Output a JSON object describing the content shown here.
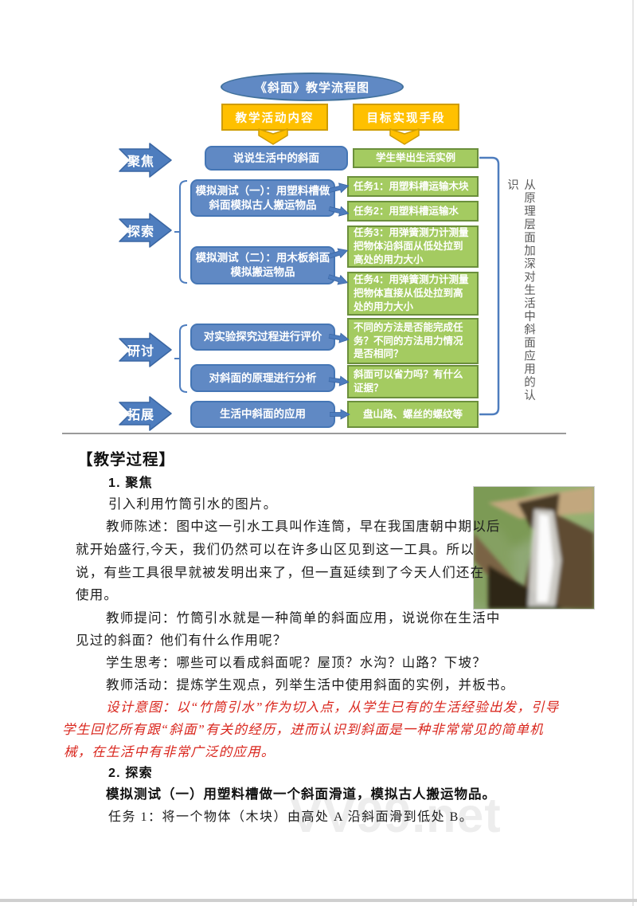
{
  "fc": {
    "title": "《斜面》教学流程图",
    "hdr_left": "教学活动内容",
    "hdr_right": "目标实现手段",
    "stages": {
      "focus": "聚焦",
      "explore": "探索",
      "discuss": "研讨",
      "extend": "拓展"
    },
    "boxes": {
      "b1": "说说生活中的斜面",
      "b2": "模拟测试（一）：用塑料槽做斜面模拟古人搬运物品",
      "b3": "模拟测试（二）：用木板斜面模拟搬运物品",
      "b4": "对实验探究过程进行评价",
      "b5": "对斜面的原理进行分析",
      "b6": "生活中斜面的应用"
    },
    "tasks": {
      "g1": "学生举出生活实例",
      "g2": "任务1：用塑料槽运输木块",
      "g3": "任务2：用塑料槽运输水",
      "g4": "任务3：用弹簧测力计测量把物体沿斜面从低处拉到高处的用力大小",
      "g5": "任务4：用弹簧测力计测量把物体直接从低处拉到高处的用力大小",
      "g6": "不同的方法是否能完成任务？不同的方法用力情况是否相同？",
      "g7": "斜面可以省力吗？有什么证据？",
      "g8": "盘山路、螺丝的螺纹等"
    },
    "side_note": "从原理层面加深对生活中斜面应用的认识"
  },
  "body": {
    "heading": "【教学过程】",
    "s1": "1. 聚焦",
    "p1": "引入利用竹筒引水的图片。",
    "p2": "教师陈述：图中这一引水工具叫作连筒，早在我国唐朝中期以后",
    "p3": "就开始盛行,今天，我们仍然可以在许多山区见到这一工具。所以",
    "p4": "说，有些工具很早就被发明出来了，但一直延续到了今天人们还在",
    "p5": "使用。",
    "p6": "教师提问：竹筒引水就是一种简单的斜面应用，说说你在生活中",
    "p7": "见过的斜面？他们有什么作用呢？",
    "p8": "学生思考：哪些可以看成斜面呢？屋顶？水沟？山路？下坡？",
    "p9": "教师活动：提炼学生观点，列举生活中使用斜面的实例，并板书。",
    "r1": "设计意图：以“竹筒引水”作为切入点，从学生已有的生活经验出发，引导",
    "r2": "学生回忆所有跟“斜面”有关的经历，进而认识到斜面是一种非常常见的简单机",
    "r3": "械，在生活中有非常广泛的应用。",
    "s2": "2. 探索",
    "p10": "模拟测试（一）用塑料槽做一个斜面滑道，模拟古人搬运物品。",
    "p11": "任务 1：将一个物体（木块）由高处 A 沿斜面滑到低处 B。"
  },
  "watermark": "VV99.net",
  "colors": {
    "flow_blue": "#6089C4",
    "flow_blue_border": "#41719C",
    "flow_green": "#A4CB61",
    "flow_green_border": "#6B8F3C",
    "flow_yellow": "#FFC000",
    "red_text": "#D9251C",
    "side_note_gray": "#5a5a5a",
    "watermark_gray": "#ededed"
  }
}
